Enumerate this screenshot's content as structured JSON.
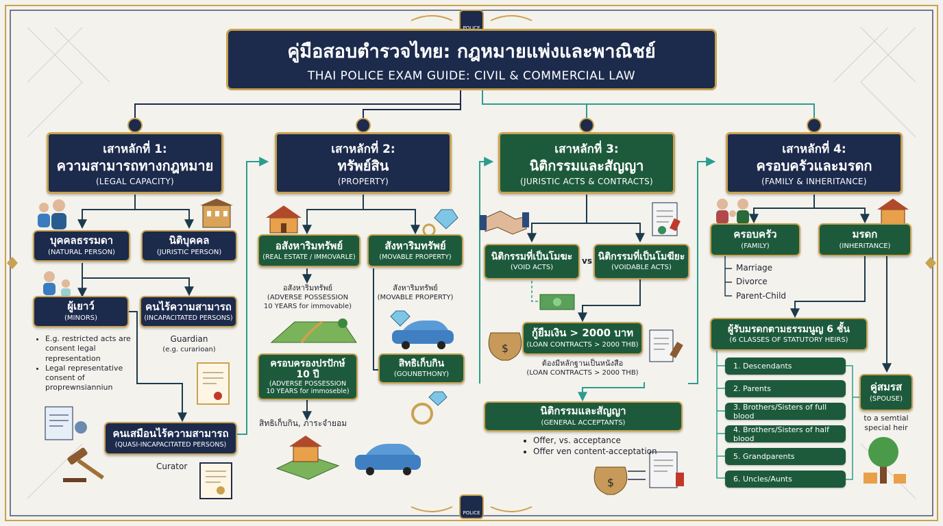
{
  "title": {
    "th": "คู่มือสอบตำรวจไทย: กฎหมายแพ่งและพาณิชย์",
    "en": "THAI POLICE EXAM GUIDE: CIVIL & COMMERCIAL LAW",
    "badge_top": "POLICE",
    "badge_bottom": "POLICE"
  },
  "pillars": [
    {
      "num": "เสาหลักที่ 1:",
      "th": "ความสามารถทางกฎหมาย",
      "en": "(LEGAL CAPACITY)"
    },
    {
      "num": "เสาหลักที่ 2:",
      "th": "ทรัพย์สิน",
      "en": "(PROPERTY)"
    },
    {
      "num": "เสาหลักที่ 3:",
      "th": "นิติกรรมและสัญญา",
      "en": "(JURISTIC ACTS & CONTRACTS)"
    },
    {
      "num": "เสาหลักที่ 4:",
      "th": "ครอบครัวและมรดก",
      "en": "(FAMILY & INHERITANCE)"
    }
  ],
  "p1": {
    "natural": {
      "th": "บุคคลธรรมดา",
      "en": "(NATURAL PERSON)"
    },
    "juristic": {
      "th": "นิติบุคคล",
      "en": "(JURISTIC PERSON)"
    },
    "minors": {
      "th": "ผู้เยาว์",
      "en": "(MINORS)"
    },
    "incap": {
      "th": "คนไร้ความสามารถ",
      "en": "(INCAPACITATED PERSONS)"
    },
    "quasi": {
      "th": "คนเสมือนไร้ความสามารถ",
      "en": "(QUASI-INCAPACITATED PERSONS)"
    },
    "minor_notes": [
      "E.g. restricted acts are consent legal representation",
      "Legal representative consent of proprewnsianniun"
    ],
    "guardian": "Guardian",
    "guardian_eg": "(e.g. curarioan)",
    "curator": "Curator"
  },
  "p2": {
    "real": {
      "th": "อสังหาริมทรัพย์",
      "en": "(REAL ESTATE / IMMOVARLE)"
    },
    "movable": {
      "th": "สังหาริมทรัพย์",
      "en": "(MOVABLE PROPERTY)"
    },
    "real_note": {
      "th": "อสังหาริมทรัพย์",
      "en1": "(ADVERSE POSSESSION",
      "en2": "10 YEARS for immovable)"
    },
    "movable_note": {
      "th": "สังหาริมทรัพย์",
      "en": "(MOVABLE PROPERTY)"
    },
    "adverse": {
      "th1": "ครอบครองปรปักษ์",
      "th2": "10 ปี",
      "en1": "(ADVERSE POSSESSION",
      "en2": "10 YEARS for immoseble)"
    },
    "rights": {
      "th": "สิทธิเก็บกิน",
      "en": "(GOUNBTHONY)"
    },
    "rights_note": "สิทธิเก็บกิน, ภาระจำยอม"
  },
  "p3": {
    "void": {
      "th": "นิติกรรมที่เป็นโมฆะ",
      "en": "(VOID ACTS)"
    },
    "vs": "vs",
    "voidable": {
      "th": "นิติกรรมที่เป็นโมฆียะ",
      "en": "(VOIDABLE ACTS)"
    },
    "loan": {
      "th": "กู้ยืมเงิน > 2000 บาท",
      "en": "(LOAN CONTRACTS > 2000 THB)"
    },
    "loan_note": {
      "th": "ต้องมีหลักฐานเป็นหนังสือ",
      "en": "(LOAN CONTRACTS > 2000 THB)"
    },
    "general": {
      "th": "นิติกรรมและสัญญา",
      "en": "(GENERAL ACCEPTANTS)"
    },
    "general_notes": [
      "Offer, vs. acceptance",
      "Offer ven content-acceptation"
    ]
  },
  "p4": {
    "family": {
      "th": "ครอบครัว",
      "en": "(FAMILY)"
    },
    "inherit": {
      "th": "มรดก",
      "en": "(INHERITANCE)"
    },
    "family_items": [
      "Marriage",
      "Divorce",
      "Parent-Child"
    ],
    "heirs": {
      "th": "ผู้รับมรดกตามธรรมนูญ 6 ชั้น",
      "en": "(6 CLASSES OF STATUTORY HEIRS)"
    },
    "heir_list": [
      "1. Descendants",
      "2. Parents",
      "3. Brothers/Sisters of full blood",
      "4. Brothers/Sisters of half blood",
      "5. Grandparents",
      "6. Uncles/Aunts"
    ],
    "spouse": {
      "th": "คู่สมรส",
      "en": "(SPOUSE)"
    },
    "spouse_note": [
      "to a semtial",
      "special heir"
    ]
  },
  "colors": {
    "navy": "#1c2a4c",
    "green": "#1d5a3c",
    "gold": "#c9a24f",
    "teal": "#2a9d8f"
  }
}
